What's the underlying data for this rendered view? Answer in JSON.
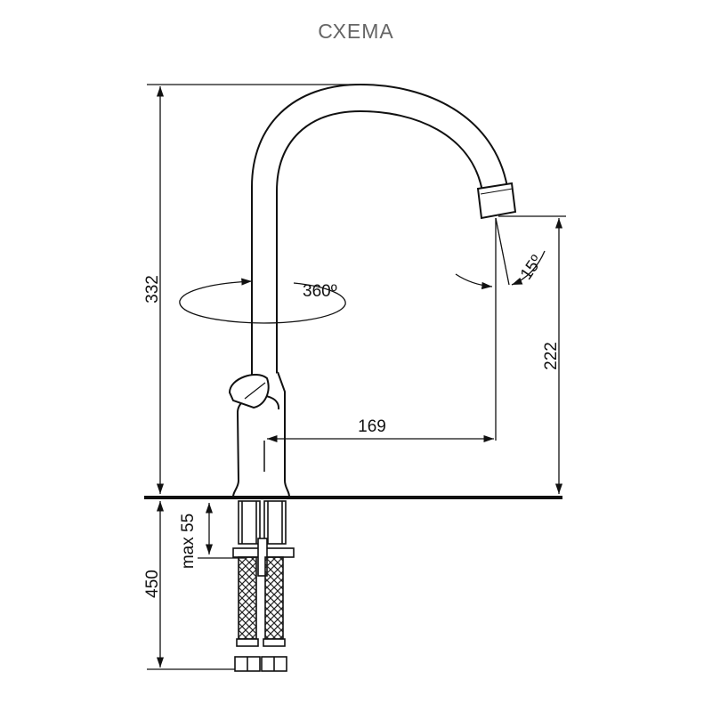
{
  "title": "СХЕМА",
  "dimensions": {
    "total_height": "332",
    "spout_height": "222",
    "spout_reach": "169",
    "rotation": "360º",
    "tilt_angle": "15º",
    "hose_length": "450",
    "max_countertop": "max 55"
  }
}
